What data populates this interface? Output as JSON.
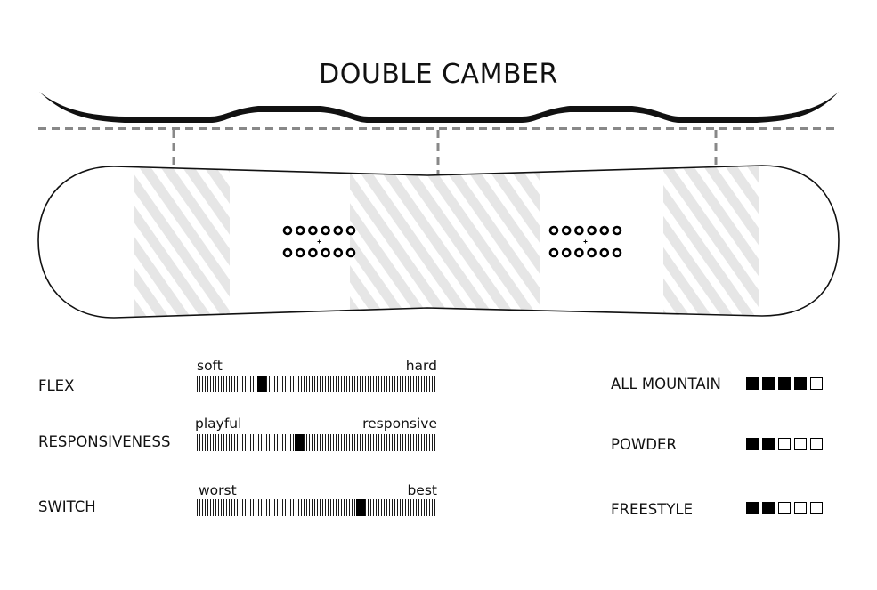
{
  "title": "DOUBLE CAMBER",
  "ratings": [
    {
      "label": "FLEX",
      "low": "soft",
      "high": "hard",
      "value": 0.27
    },
    {
      "label": "RESPONSIVENESS",
      "low": "playful",
      "high": "responsive",
      "value": 0.425
    },
    {
      "label": "SWITCH",
      "low": "worst",
      "high": "best",
      "value": 0.68
    }
  ],
  "terrain": [
    {
      "label": "ALL MOUNTAIN",
      "score": 4,
      "max": 5
    },
    {
      "label": "POWDER",
      "score": 2,
      "max": 5
    },
    {
      "label": "FREESTYLE",
      "score": 2,
      "max": 5
    }
  ],
  "colors": {
    "ink": "#111111",
    "guide": "#888888",
    "hatch": "#e6e6e6"
  },
  "icons": {
    "insert": "insert-hole-icon",
    "stance-center": "plus-mark-icon"
  }
}
